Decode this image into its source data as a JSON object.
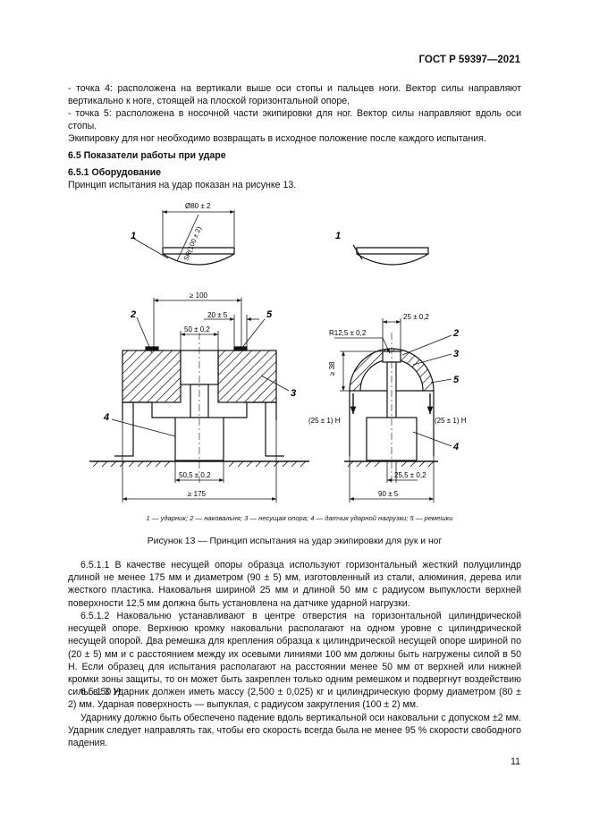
{
  "header": {
    "doc_id": "ГОСТ Р 59397—2021"
  },
  "intro": {
    "p1": "- точка 4: расположена на вертикали выше оси стопы и пальцев ноги. Вектор силы направляют вертикально к ноге, стоящей на плоской горизонтальной опоре,",
    "p2": "- точка 5: расположена в носочной части экипировки для ног. Вектор силы направляют вдоль оси стопы.",
    "p3": "Экипировку для ног необходимо возвращать в исходное положение после каждого испытания."
  },
  "section": {
    "heading": "6.5 Показатели работы при ударе",
    "sub_heading": "6.5.1 Оборудование",
    "intro": "Принцип испытания на удар показан на рисунке 13."
  },
  "figure": {
    "left_dims": {
      "d80": "Ø80 ± 2",
      "sr": "SR(100 ± 2)",
      "min100": "≥ 100",
      "w20": "20 ± 5",
      "w50": "50 ± 0,2",
      "w505": "50,5 ± 0,2",
      "min175": "≥ 175"
    },
    "right_dims": {
      "r125": "R12,5 ± 0,2",
      "w25": "25 ± 0,2",
      "h38": "≥ 38",
      "force_left": "(25 ± 1) Н",
      "force_right": "(25 ± 1) Н",
      "w255": "25,5 ± 0,2",
      "d90": "90 ± 5"
    },
    "labels": {
      "n1": "1",
      "n2": "2",
      "n3": "3",
      "n4": "4",
      "n5": "5"
    },
    "legend": "1 — ударник; 2 — наковальня; 3 — несущая опора; 4 — датчик ударной нагрузки; 5 — ремешки",
    "caption": "Рисунок 13 — Принцип испытания на удар экипировки для рук и ног"
  },
  "body": {
    "p1": "6.5.1.1 В качестве несущей опоры образца используют горизонтальный жесткий полуцилиндр длиной не менее 175 мм и диаметром (90 ± 5) мм, изготовленный из стали, алюминия, дерева или жесткого пластика. Наковальня шириной 25 мм и длиной 50 мм с радиусом выпуклости верхней поверхности 12,5 мм должна быть установлена на датчике ударной нагрузки.",
    "p2": "6.5.1.2 Наковальню устанавливают в центре отверстия на горизонтальной цилиндрической несущей опоре. Верхнюю кромку наковальни располагают на одном уровне с цилиндрической несущей опорой. Два ремешка для крепления образца к цилиндрической несущей опоре шириной по (20 ± 5) мм и с расстоянием между их осевыми линиями 100 мм должны быть нагружены силой в 50 Н. Если образец для испытания располагают на расстоянии менее 50 мм от верхней или нижней кромки зоны защиты, то он может быть закреплен только одним ремешком и подвергнут воздействию силы в 50 Н.",
    "p3": "6.5.1.3 Ударник должен иметь массу (2,500 ± 0,025) кг и цилиндрическую форму диаметром (80 ± 2) мм. Ударная поверхность — выпуклая, с радиусом закругления (100 ± 2) мм.",
    "p4": "Ударнику должно быть обеспечено падение вдоль вертикальной оси наковальни с допуском ±2 мм. Ударник следует направлять так, чтобы его скорость всегда была не менее 95 % скорости свободного падения."
  },
  "page_number": "11"
}
